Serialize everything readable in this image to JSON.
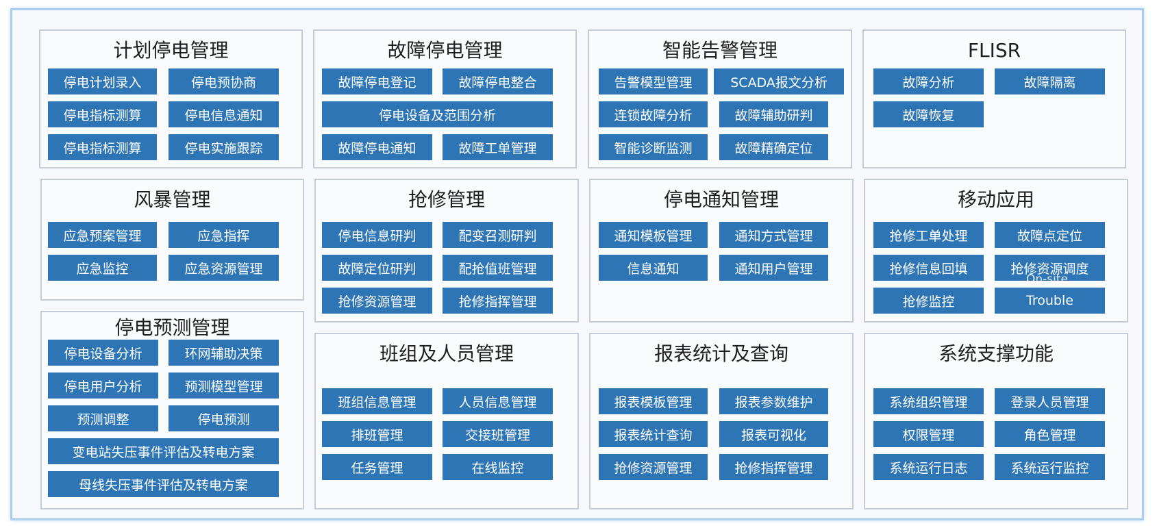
{
  "colors": {
    "button_bg": "#2e75b6",
    "frame_border": "#a9cdf1",
    "panel_border": "#c5ccd6"
  },
  "panels": {
    "plan_outage": {
      "title": "计划停电管理",
      "items": [
        "停电计划录入",
        "停电预协商",
        "停电指标测算",
        "停电信息通知",
        "停电指标测算",
        "停电实施跟踪"
      ]
    },
    "fault_outage": {
      "title": "故障停电管理",
      "items": [
        "故障停电登记",
        "故障停电整合",
        "停电设备及范围分析",
        "故障停电通知",
        "故障工单管理"
      ]
    },
    "smart_alarm": {
      "title": "智能告警管理",
      "items": [
        "告警模型管理",
        "SCADA报文分析",
        "连锁故障分析",
        "故障辅助研判",
        "智能诊断监测",
        "故障精确定位"
      ]
    },
    "flisr": {
      "title": "FLISR",
      "items": [
        "故障分析",
        "故障隔离",
        "故障恢复"
      ]
    },
    "storm": {
      "title": "风暴管理",
      "items": [
        "应急预案管理",
        "应急指挥",
        "应急监控",
        "应急资源管理"
      ]
    },
    "repair": {
      "title": "抢修管理",
      "items": [
        "停电信息研判",
        "配变召测研判",
        "故障定位研判",
        "配抢值班管理",
        "抢修资源管理",
        "抢修指挥管理"
      ]
    },
    "outage_notice": {
      "title": "停电通知管理",
      "items": [
        "通知模板管理",
        "通知方式管理",
        "信息通知",
        "通知用户管理"
      ]
    },
    "mobile": {
      "title": "移动应用",
      "items": [
        "抢修工单处理",
        "故障点定位",
        "抢修信息回填",
        "抢修资源调度",
        "抢修监控",
        "Trouble"
      ],
      "ghost_text": "On-site"
    },
    "forecast": {
      "title": "停电预测管理",
      "items": [
        "停电设备分析",
        "环网辅助决策",
        "停电用户分析",
        "预测模型管理",
        "预测调整",
        "停电预测",
        "变电站失压事件评估及转电方案",
        "母线失压事件评估及转电方案"
      ]
    },
    "team": {
      "title": "班组及人员管理",
      "items": [
        "班组信息管理",
        "人员信息管理",
        "排班管理",
        "交接班管理",
        "任务管理",
        "在线监控"
      ]
    },
    "report": {
      "title": "报表统计及查询",
      "items": [
        "报表模板管理",
        "报表参数维护",
        "报表统计查询",
        "报表可视化",
        "抢修资源管理",
        "抢修指挥管理"
      ]
    },
    "system": {
      "title": "系统支撑功能",
      "items": [
        "系统组织管理",
        "登录人员管理",
        "权限管理",
        "角色管理",
        "系统运行日志",
        "系统运行监控"
      ]
    }
  }
}
